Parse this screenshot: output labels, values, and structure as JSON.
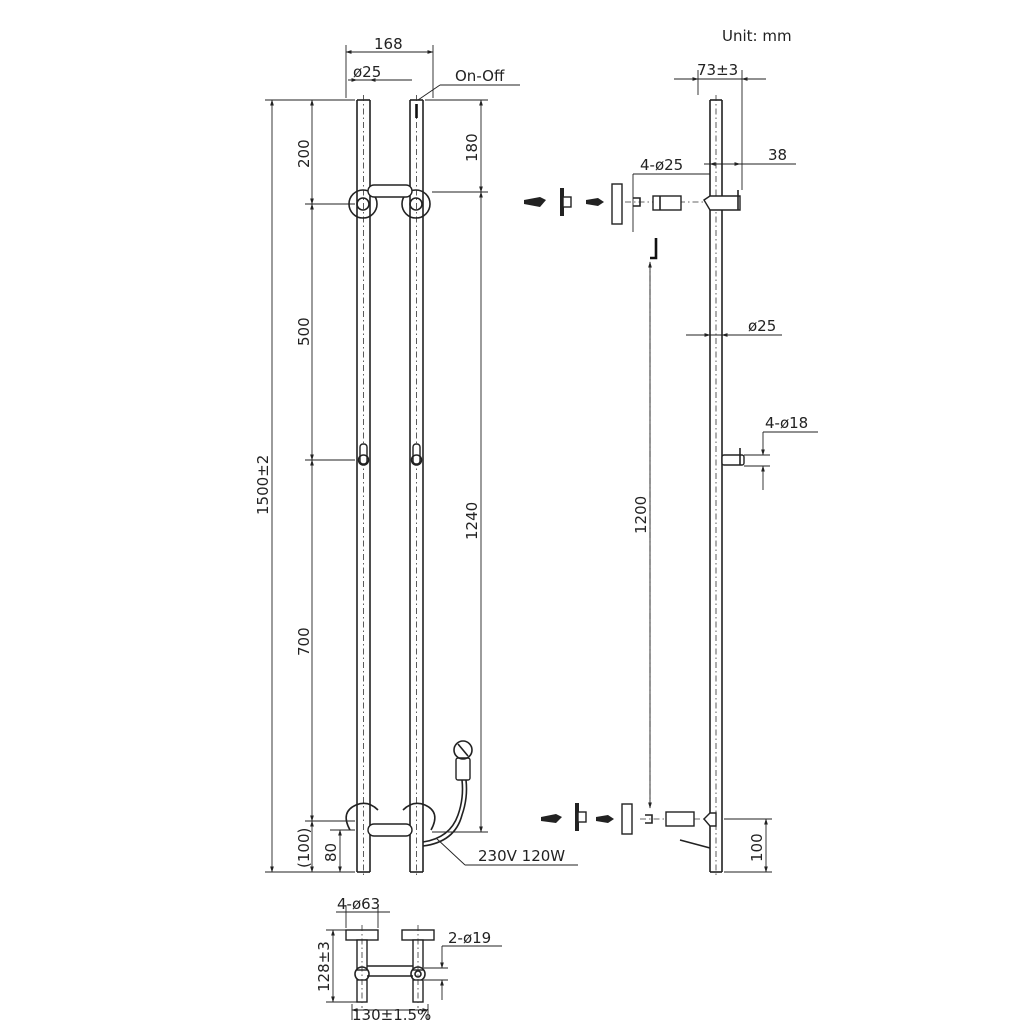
{
  "unit_label": "Unit: mm",
  "front_view": {
    "width_label": "168",
    "tube_diameter_label": "ø25",
    "switch_label": "On-Off",
    "top_offset_left_label": "200",
    "top_offset_right_label": "180",
    "middle_spacing_label": "500",
    "lower_spacing_label": "700",
    "total_height_label": "1500±2",
    "rail_spacing_label": "1240",
    "bottom_offset_label": "(100)",
    "bottom_bar_label": "80",
    "power_label": "230V 120W"
  },
  "side_view": {
    "depth_label": "73±3",
    "bracket_diameter_label": "4-ø25",
    "bracket_depth_label": "38",
    "tube_diameter_label": "ø25",
    "hook_diameter_label": "4-ø18",
    "mount_spacing_label": "1200",
    "bottom_offset_label": "100"
  },
  "plan_view": {
    "flange_diameter_label": "4-ø63",
    "rail_diameter_label": "2-ø19",
    "height_label": "128±3",
    "width_label": "130±1.5%"
  }
}
